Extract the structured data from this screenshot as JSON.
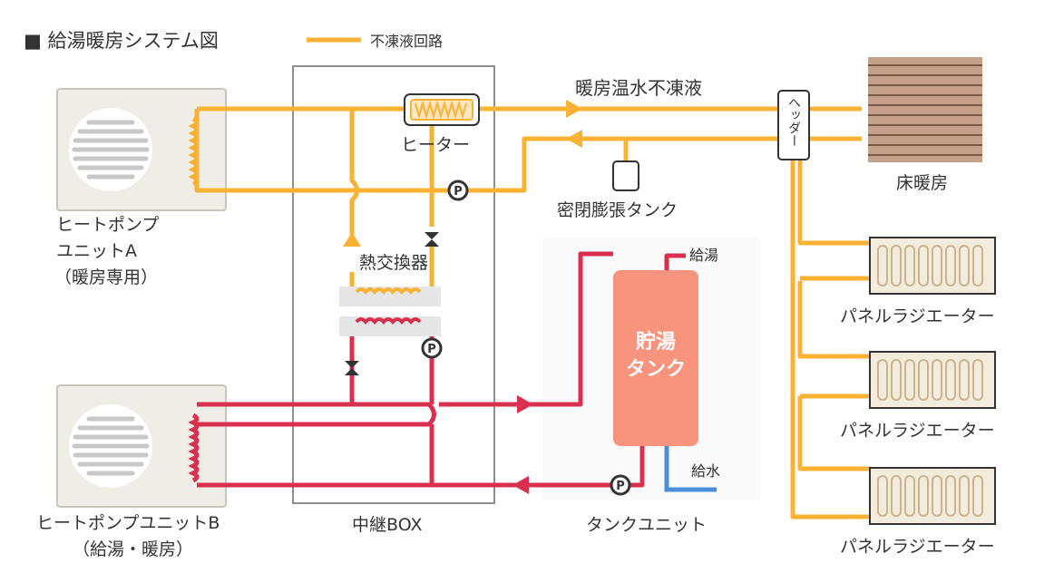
{
  "title": "■ 給湯暖房システム図",
  "legend": {
    "label": "不凍液回路"
  },
  "colors": {
    "antifreeze": "#F9B233",
    "hot_water": "#D9304F",
    "cold_water": "#4A90D9",
    "tank_fill": "#F8937E",
    "unit_fill": "#EFEDE5",
    "radiator_fill": "#F3EBDB",
    "floor_fill": "#C7A089"
  },
  "labels": {
    "heat_pump_a": [
      "ヒートポンプ",
      "ユニットA",
      "（暖房専用）"
    ],
    "heat_pump_b": [
      "ヒートポンプユニットB",
      "（給湯・暖房）"
    ],
    "relay_box": "中継BOX",
    "heater": "ヒーター",
    "heat_exchanger": "熱交換器",
    "antifreeze_flow": "暖房温水不凍液",
    "expansion_tank": "密閉膨張タンク",
    "header": "ヘッダー",
    "floor_heating": "床暖房",
    "tank_unit": "タンクユニット",
    "storage_tank": [
      "貯湯",
      "タンク"
    ],
    "hot_water_supply": "給湯",
    "water_supply": "給水",
    "panel_radiator": "パネルラジエーター",
    "pump": "P"
  },
  "icons": {
    "pump": "pump-icon",
    "valve": "valve-icon",
    "fan": "fan-icon",
    "arrow": "flow-arrow-icon"
  }
}
